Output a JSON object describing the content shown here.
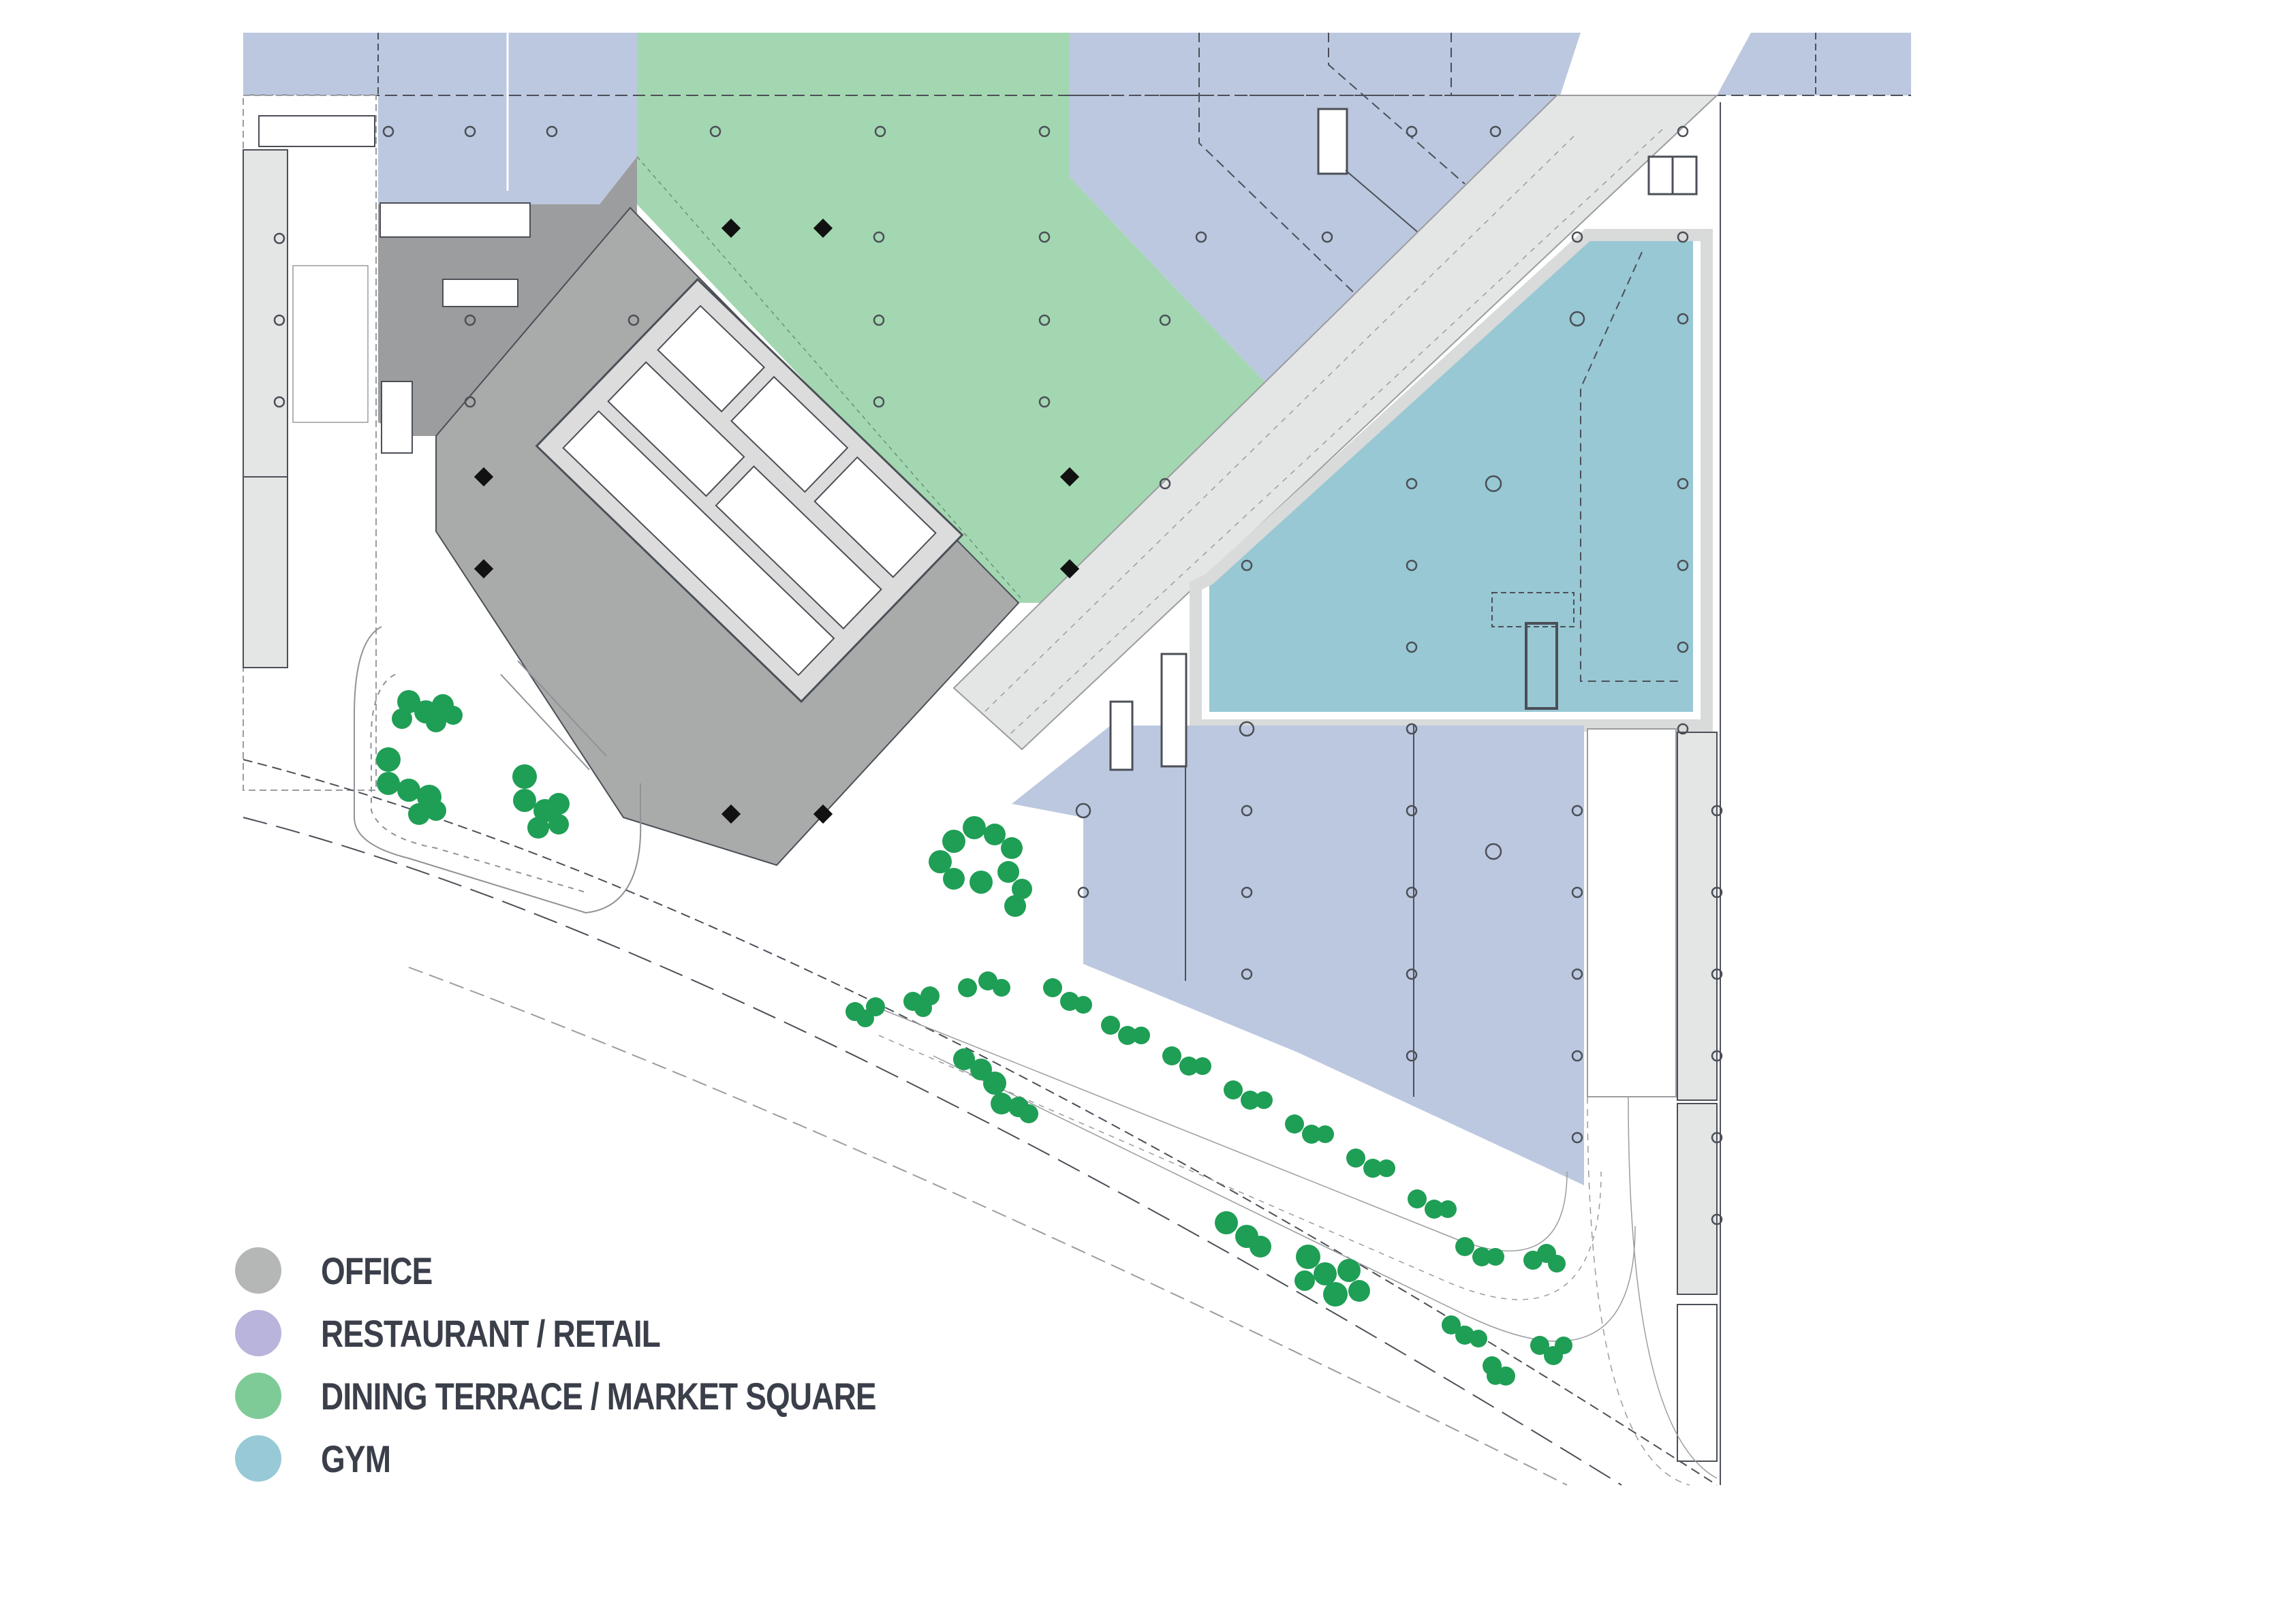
{
  "legend": {
    "items": [
      {
        "label": "OFFICE",
        "color": "#b5b6b6"
      },
      {
        "label": "RESTAURANT / RETAIL",
        "color": "#b8b4dc"
      },
      {
        "label": "DINING TERRACE / MARKET SQUARE",
        "color": "#7fcb98"
      },
      {
        "label": "GYM",
        "color": "#97c9d6"
      }
    ]
  },
  "colors": {
    "office": "#a9aaaa",
    "office_core": "#bdbebe",
    "retail": "#bcc8df",
    "terrace": "#a3d7b1",
    "gym": "#97c8d3",
    "circulation": "#e4e5e5",
    "tree": "#1f9e55",
    "line": "#4b4f57"
  }
}
